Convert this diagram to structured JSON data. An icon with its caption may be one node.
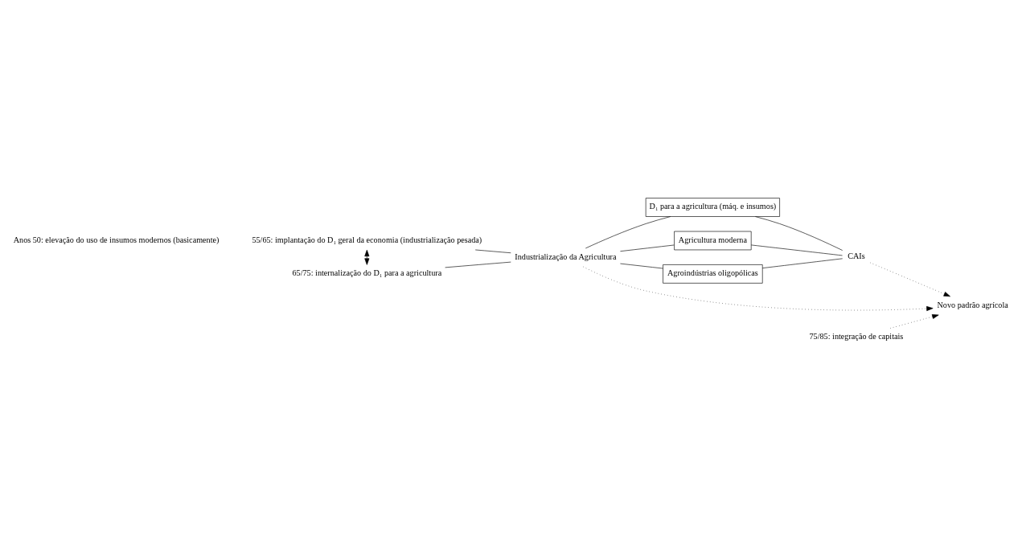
{
  "diagram": {
    "nodes": [
      {
        "text": [
          "55/65: implantação do D₁ geral da economia (industrialização pesada)"
        ]
      },
      {
        "text": [
          "65/75: internalização do D₁ para a agricultura"
        ]
      },
      {
        "text": [
          "Industrialização da Agricultura"
        ]
      },
      {
        "text": [
          "D₁ para a agricultura (máq. e insumos)"
        ]
      },
      {
        "text": [
          "Agricultura moderna"
        ]
      },
      {
        "text": [
          "Agroindústrias oligopólicas"
        ]
      },
      {
        "text": [
          "CAIs"
        ]
      },
      {
        "text": [
          "75/85: integração de capitais"
        ]
      },
      {
        "text": [
          "Novo padrão agrícola"
        ]
      }
    ],
    "edges": [
      {
        "from": 0,
        "to": 1,
        "arrow": "both"
      },
      {
        "from": 0,
        "to": 2,
        "arrow": "none"
      },
      {
        "from": 1,
        "to": 2,
        "arrow": "none"
      },
      {
        "from": 2,
        "to": 3,
        "arrow": "none"
      },
      {
        "from": 2,
        "to": 4,
        "arrow": "none"
      },
      {
        "from": 2,
        "to": 5,
        "arrow": "none"
      },
      {
        "from": 3,
        "to": 6,
        "arrow": "none"
      },
      {
        "from": 4,
        "to": 6,
        "arrow": "none"
      },
      {
        "from": 5,
        "to": 6,
        "arrow": "none"
      },
      {
        "from": 2,
        "to": 8,
        "arrow": "to",
        "style": "dashed"
      },
      {
        "from": 7,
        "to": 8,
        "arrow": "to",
        "style": "dashed"
      },
      {
        "from": 6,
        "to": 8,
        "arrow": "to",
        "style": "dashed"
      }
    ],
    "labels": [
      "Anos 50: elevação do uso de insumos modernos (basicamente)"
    ]
  }
}
